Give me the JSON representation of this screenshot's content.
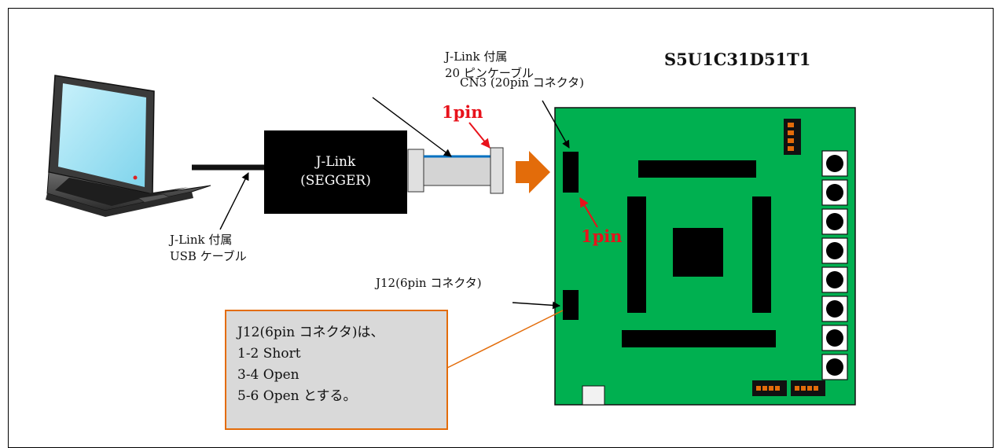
{
  "board_title": "S5U1C31D51T1",
  "usb_cable_label": [
    "J-Link 付属",
    "USB ケーブル"
  ],
  "ribbon_cable_label": [
    "J-Link 付属",
    "20 ピンケーブル"
  ],
  "jlink_box": [
    "J-Link",
    "(SEGGER)"
  ],
  "pin_label_cable": "1pin",
  "pin_label_board": "1pin",
  "cn3_label": "CN3 (20pin コネクタ)",
  "j12_label": "J12(6pin コネクタ)",
  "note_lines": [
    "J12(6pin コネクタ)は、",
    "1-2 Short",
    "3-4 Open",
    "5-6 Open とする。"
  ],
  "colors": {
    "board": "#00b050",
    "arrow": "#e36c0a",
    "pin_arrow": "#e8121b",
    "note_border": "#e36c0a",
    "screen": "#a6e4f5"
  }
}
